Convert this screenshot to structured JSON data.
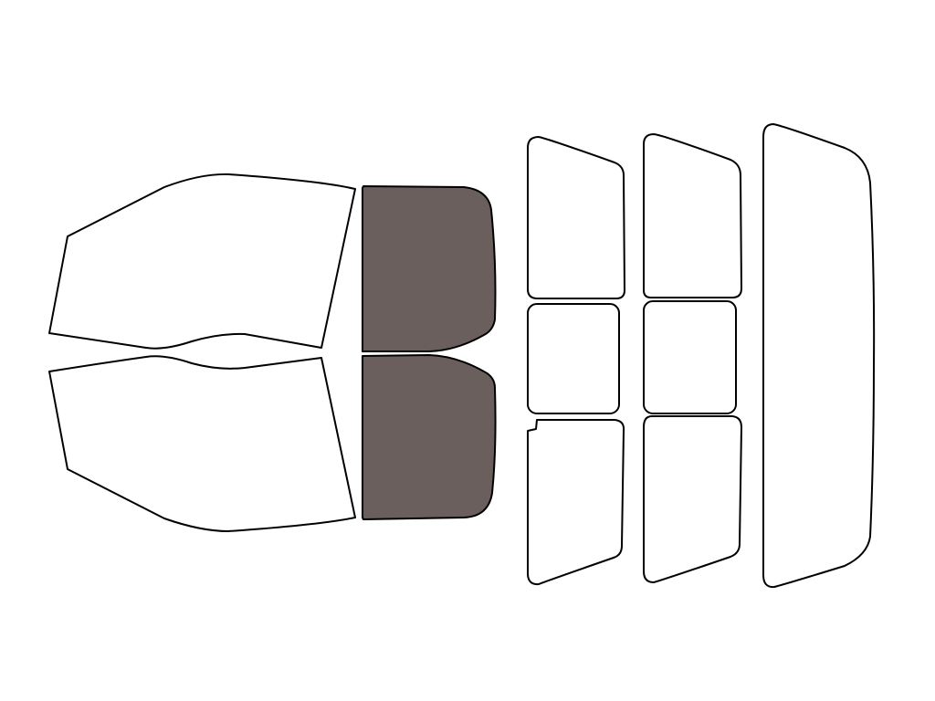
{
  "colors": {
    "background": "#ffffff",
    "outline": "#000000",
    "unselected": "#ffffff",
    "selected": "#6b5f5e"
  },
  "panes": [
    {
      "id": "front-door-window-top",
      "selected": false
    },
    {
      "id": "front-door-window-bottom",
      "selected": false
    },
    {
      "id": "front-side-window-top",
      "selected": true
    },
    {
      "id": "front-side-window-bottom",
      "selected": true
    },
    {
      "id": "rear-door-window-top",
      "selected": false
    },
    {
      "id": "rear-door-window-middle",
      "selected": false
    },
    {
      "id": "rear-door-window-bottom",
      "selected": false
    },
    {
      "id": "rear-quarter-window-top",
      "selected": false
    },
    {
      "id": "rear-quarter-window-middle",
      "selected": false
    },
    {
      "id": "rear-quarter-window-bottom",
      "selected": false
    },
    {
      "id": "rear-windshield",
      "selected": false
    }
  ]
}
